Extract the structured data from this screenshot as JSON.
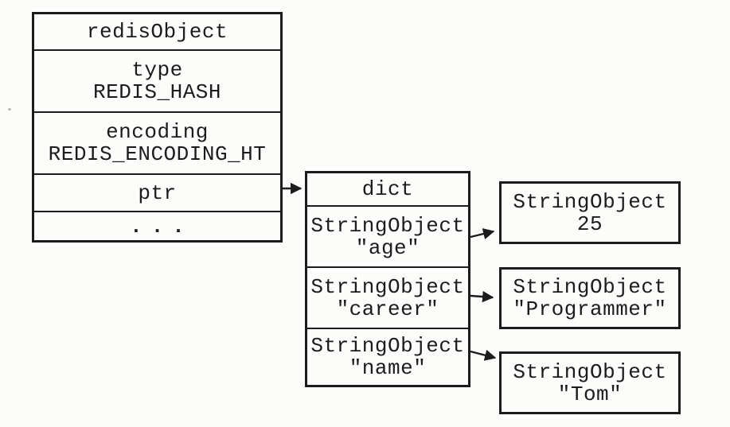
{
  "colors": {
    "ink": "#1c1c1c",
    "paper": "#fcfcfb"
  },
  "redis_object_box": {
    "title": "redisObject",
    "type_row": {
      "label": "type",
      "value": "REDIS_HASH"
    },
    "encoding_row": {
      "label": "encoding",
      "value": "REDIS_ENCODING_HT"
    },
    "ptr_row": {
      "label": "ptr"
    },
    "ellipsis_row": {
      "label": "..."
    }
  },
  "dict_box": {
    "title": "dict",
    "entries": [
      {
        "type": "StringObject",
        "key": "\"age\""
      },
      {
        "type": "StringObject",
        "key": "\"career\""
      },
      {
        "type": "StringObject",
        "key": "\"name\""
      }
    ]
  },
  "value_boxes": [
    {
      "type": "StringObject",
      "value": "25"
    },
    {
      "type": "StringObject",
      "value": "\"Programmer\""
    },
    {
      "type": "StringObject",
      "value": "\"Tom\""
    }
  ]
}
